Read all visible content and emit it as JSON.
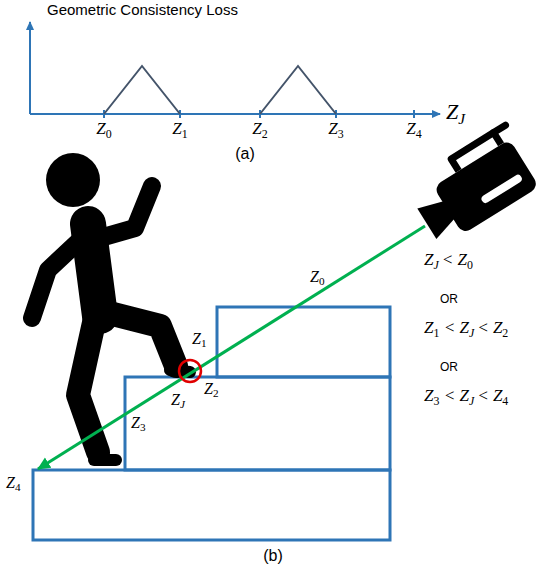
{
  "diagram": {
    "labels": [
      "Geometric Consistency Loss",
      "Z0",
      "Z1",
      "Z2",
      "Z3",
      "Z4",
      "ZJ",
      "(a)",
      "Z0",
      "Z1",
      "Z2",
      "ZJ",
      "Z3",
      "Z4",
      "ZJ < Z0",
      "OR",
      "Z1 < ZJ < Z2",
      "OR",
      "Z3 < ZJ < Z4",
      "(b)"
    ]
  }
}
